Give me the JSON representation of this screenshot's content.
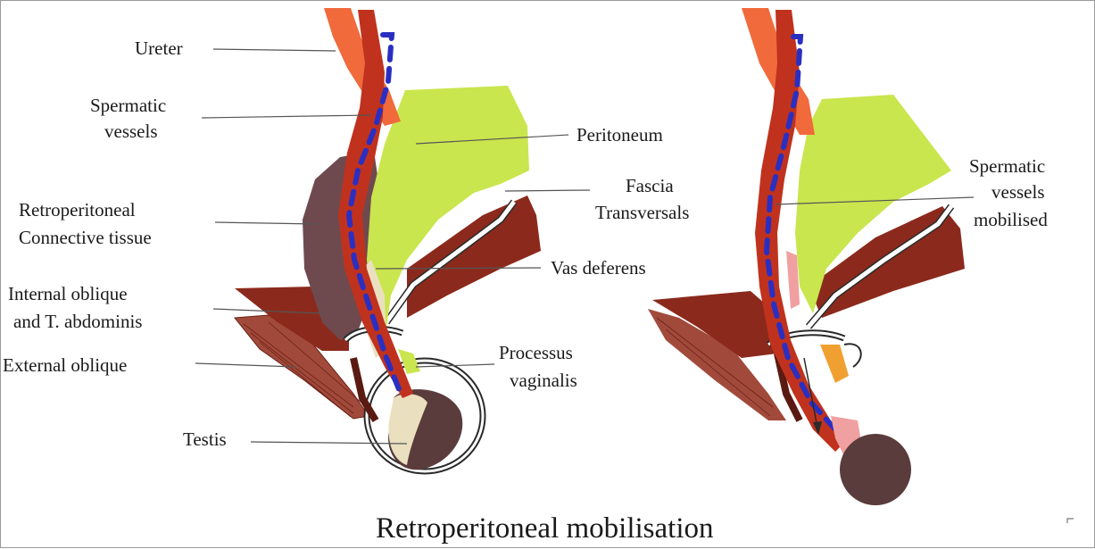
{
  "caption": "Retroperitoneal mobilisation",
  "left_panel": {
    "labels": {
      "ureter": "Ureter",
      "spermatic_vessels": [
        "Spermatic",
        "vessels"
      ],
      "peritoneum": "Peritoneum",
      "fascia": [
        "Fascia",
        "Transversals"
      ],
      "retroperitoneal": [
        "Retroperitoneal",
        "Connective tissue"
      ],
      "vas_deferens": "Vas deferens",
      "internal_oblique": [
        "Internal oblique",
        "and T. abdominis"
      ],
      "external_oblique": "External oblique",
      "processus": [
        "Processus",
        "vaginalis"
      ],
      "testis": "Testis"
    }
  },
  "right_panel": {
    "labels": {
      "spermatic_mobilised": [
        "Spermatic",
        "vessels",
        "mobilised"
      ]
    }
  },
  "colors": {
    "peritoneum": "#c9e64e",
    "muscle": "#8b2a1c",
    "connective": "#6e4a4f",
    "ureter": "#f06a3c",
    "vessel_red": "#c0321e",
    "vein_blue": "#2a2fc2",
    "testis": "#5a3c3c",
    "vas": "#eae0bf"
  }
}
